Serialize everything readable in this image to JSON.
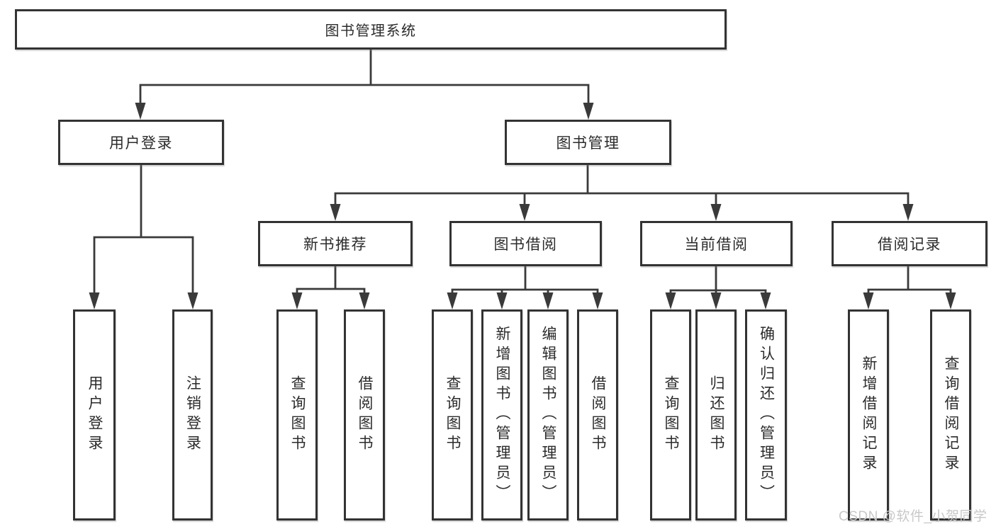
{
  "watermark": "CSDN @软件_小贺同学",
  "colors": {
    "line": "#3a3a3a",
    "border": "#333333",
    "text": "#2b2b2b",
    "watermark": "#c8c8c8",
    "background": "#ffffff"
  },
  "tree": {
    "root": {
      "label": "图书管理系统",
      "children": [
        {
          "label": "用户登录",
          "children": [
            {
              "label": "用户登录"
            },
            {
              "label": "注销登录"
            }
          ]
        },
        {
          "label": "图书管理",
          "children": [
            {
              "label": "新书推荐",
              "children": [
                {
                  "label": "查询图书"
                },
                {
                  "label": "借阅图书"
                }
              ]
            },
            {
              "label": "图书借阅",
              "children": [
                {
                  "label": "查询图书"
                },
                {
                  "label": "新增图书（管理员）"
                },
                {
                  "label": "编辑图书（管理员）"
                },
                {
                  "label": "借阅图书"
                }
              ]
            },
            {
              "label": "当前借阅",
              "children": [
                {
                  "label": "查询图书"
                },
                {
                  "label": "归还图书"
                },
                {
                  "label": "确认归还（管理员）"
                }
              ]
            },
            {
              "label": "借阅记录",
              "children": [
                {
                  "label": "新增借阅记录"
                },
                {
                  "label": "查询借阅记录"
                }
              ]
            }
          ]
        }
      ]
    }
  }
}
